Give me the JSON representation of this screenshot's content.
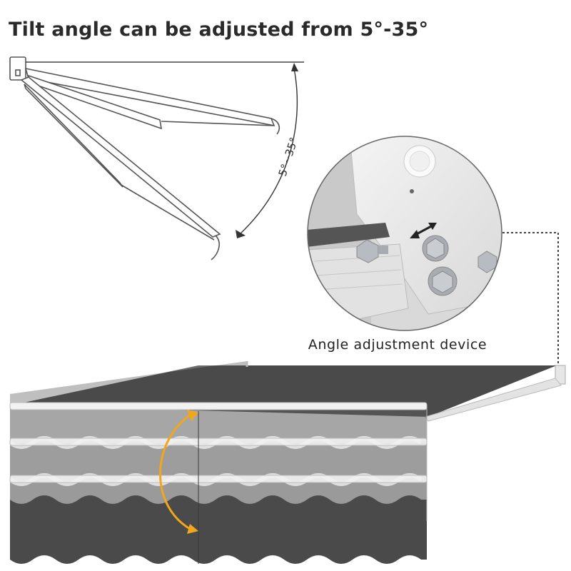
{
  "heading": "Tilt angle can be adjusted from 5°-35°",
  "diagram": {
    "angle_range_label": "5°~35°"
  },
  "detail": {
    "caption": "Angle adjustment device",
    "icon": "double-arrow-icon"
  },
  "colors": {
    "fabric": "#4a4a4a",
    "arrow": "#f2a71b",
    "frame": "#e8e8e8"
  }
}
